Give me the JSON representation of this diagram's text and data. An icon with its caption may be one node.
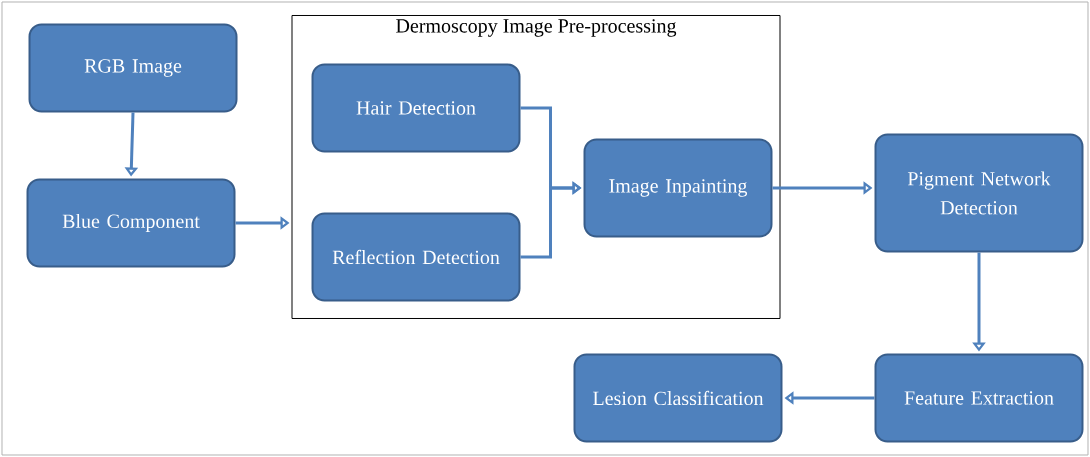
{
  "diagram": {
    "nodes": [
      {
        "text": [
          "RGB Image"
        ]
      },
      {
        "text": [
          "Blue Component"
        ]
      },
      {
        "text": [
          "Dermoscopy Image Pre-processing"
        ]
      },
      {
        "text": [
          "Hair Detection"
        ],
        "in": 2
      },
      {
        "text": [
          "Reflection Detection"
        ],
        "in": 2
      },
      {
        "text": [
          "Image Inpainting"
        ],
        "in": 2
      },
      {
        "text": [
          "Pigment Network Detection"
        ]
      },
      {
        "text": [
          "Feature Extraction"
        ]
      },
      {
        "text": [
          "Lesion Classification"
        ]
      }
    ],
    "edges": [
      {
        "from": 0,
        "to": 1,
        "arrow": "to"
      },
      {
        "from": 1,
        "to": 2,
        "arrow": "to"
      },
      {
        "from": 3,
        "to": 5,
        "arrow": "to"
      },
      {
        "from": 4,
        "to": 5,
        "arrow": "to"
      },
      {
        "from": 5,
        "to": 6,
        "arrow": "to"
      },
      {
        "from": 6,
        "to": 7,
        "arrow": "to"
      },
      {
        "from": 7,
        "to": 8,
        "arrow": "to"
      }
    ]
  }
}
